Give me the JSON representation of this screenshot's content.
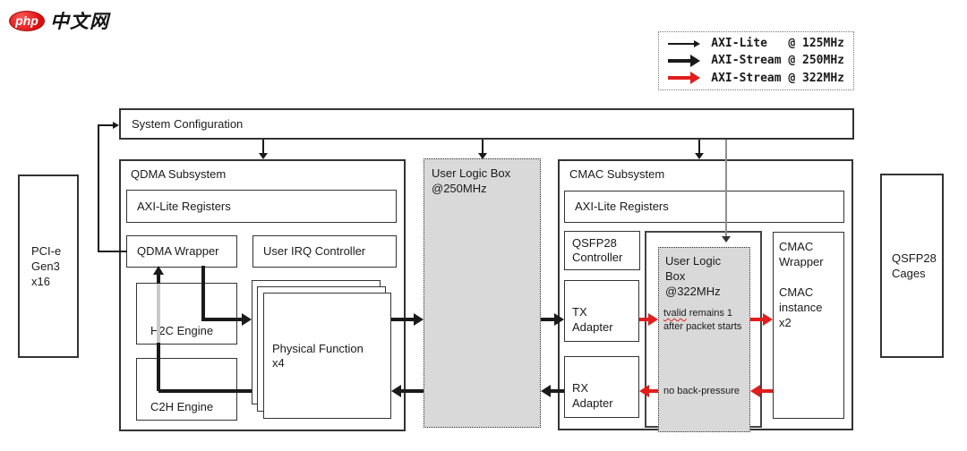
{
  "logo": {
    "brand": "php",
    "site": "中文网"
  },
  "legend": {
    "items": [
      {
        "label": "AXI-Lite   @ 125MHz",
        "style": "thin-black-arrow"
      },
      {
        "label": "AXI-Stream @ 250MHz",
        "style": "thick-black-arrow"
      },
      {
        "label": "AXI-Stream @ 322MHz",
        "style": "thick-red-arrow"
      }
    ]
  },
  "colors": {
    "accent_red": "#e11d1d",
    "user_logic_fill": "#d9d9d9"
  },
  "blocks": {
    "system_configuration": "System Configuration",
    "pcie": [
      "PCI-e",
      "Gen3",
      "x16"
    ],
    "qsfp_cages": [
      "QSFP28",
      "Cages"
    ],
    "qdma": {
      "title": "QDMA Subsystem",
      "axi_lite_registers": "AXI-Lite Registers",
      "qdma_wrapper": "QDMA Wrapper",
      "user_irq_controller": "User IRQ Controller",
      "h2c_engine": "H2C Engine",
      "c2h_engine": "C2H Engine",
      "physical_function": [
        "Physical Function",
        "x4"
      ]
    },
    "user_logic_box_250": [
      "User Logic Box",
      "@250MHz"
    ],
    "cmac": {
      "title": "CMAC Subsystem",
      "axi_lite_registers": "AXI-Lite Registers",
      "qsfp28_controller": [
        "QSFP28",
        "Controller"
      ],
      "tx_adapter": [
        "TX",
        "Adapter"
      ],
      "rx_adapter": [
        "RX",
        "Adapter"
      ],
      "user_logic_box_322": [
        "User Logic",
        "Box",
        "@322MHz"
      ],
      "cmac_wrapper": [
        "CMAC",
        "Wrapper"
      ],
      "cmac_instance": [
        "CMAC",
        "instance",
        "x2"
      ],
      "tx_annotation_word": "tvalid",
      "tx_annotation_rest": " remains 1",
      "tx_annotation_line2": "after packet starts",
      "rx_annotation": "no back-pressure"
    }
  }
}
